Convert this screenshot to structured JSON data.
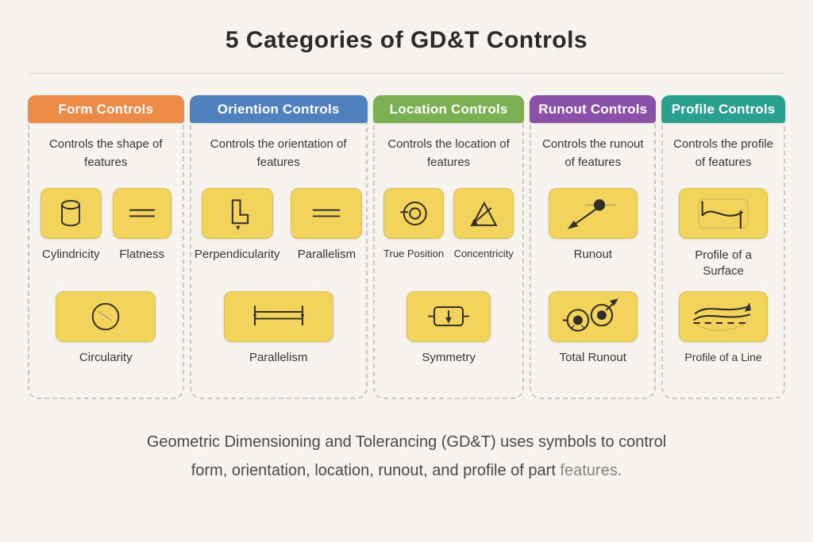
{
  "page": {
    "title": "5 Categories of GD&T Controls",
    "footer_line1": "Geometric Dimensioning and Tolerancing (GD&T) uses symbols to control",
    "footer_line2_main": "form, orientation, location, runout, and profile of part ",
    "footer_line2_muted": "features."
  },
  "colors": {
    "background": "#f7f4f0",
    "card_yellow": "#f2d45c",
    "card_border": "#dcbf48",
    "icon_stroke": "#332e29",
    "panel_dash": "#cdc7c0"
  },
  "columns": [
    {
      "header": "Form Controls",
      "accent": "#ec8a47",
      "description": "Controls the shape of features",
      "row1": [
        {
          "label": "Cylindricity",
          "icon": "cylinder-icon"
        },
        {
          "label": "Flatness",
          "icon": "parallel-lines-icon"
        }
      ],
      "row2": [
        {
          "label": "Circularity",
          "icon": "circle-icon"
        }
      ]
    },
    {
      "header": "Oriention Controls",
      "accent": "#4e81be",
      "description": "Controls the orientation of features",
      "row1": [
        {
          "label": "Perpendicularity",
          "icon": "perpendicular-icon"
        },
        {
          "label": "Parallelism",
          "icon": "parallel-lines-icon"
        }
      ],
      "row2": [
        {
          "label": "Parallelism",
          "icon": "parallel-bars-icon"
        }
      ]
    },
    {
      "header": "Location Controls",
      "accent": "#7cb153",
      "description": "Controls the location of features",
      "row1": [
        {
          "label": "True Position",
          "icon": "target-icon"
        },
        {
          "label": "Concentricity",
          "icon": "triangle-arrow-icon"
        }
      ],
      "row2": [
        {
          "label": "Symmetry",
          "icon": "box-down-arrow-icon"
        }
      ]
    },
    {
      "header": "Runout Controls",
      "accent": "#8b50a8",
      "description": "Controls the runout of features",
      "row1": [
        {
          "label": "Runout",
          "icon": "runout-arrow-icon"
        }
      ],
      "row2": [
        {
          "label": "Total Runout",
          "icon": "double-circle-arrow-icon"
        }
      ]
    },
    {
      "header": "Profile Controls",
      "accent": "#2aa18f",
      "description": "Controls the profile of features",
      "row1": [
        {
          "label": "Profile of a Surface",
          "icon": "surface-wave-icon"
        }
      ],
      "row2": [
        {
          "label": "Profile of a Line",
          "icon": "line-wave-icon"
        }
      ]
    }
  ]
}
